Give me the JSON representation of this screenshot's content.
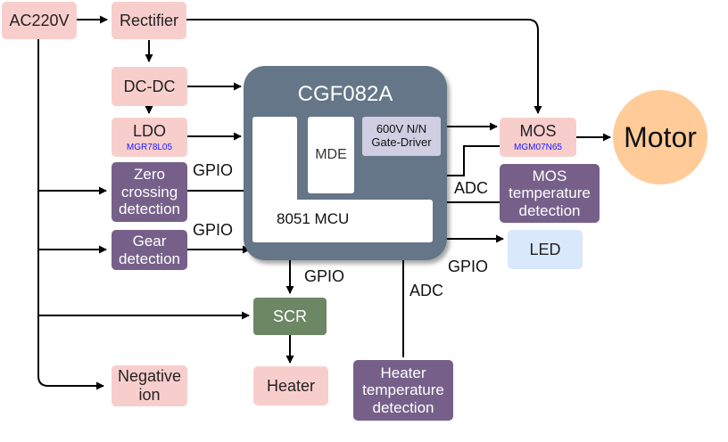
{
  "nodes": {
    "ac220v": "AC220V",
    "rectifier": "Rectifier",
    "dcdc": "DC-DC",
    "ldo": "LDO",
    "ldo_part": "MGR78L05",
    "zero_crossing": [
      "Zero",
      "crossing",
      "detection"
    ],
    "gear": [
      "Gear",
      "detection"
    ],
    "negative_ion": [
      "Negative",
      "ion"
    ],
    "heater": "Heater",
    "scr": "SCR",
    "heater_temp": [
      "Heater",
      "temperature",
      "detection"
    ],
    "mos": "MOS",
    "mos_part": "MGM07N65",
    "mos_temp": [
      "MOS",
      "temperature",
      "detection"
    ],
    "motor": "Motor",
    "led": "LED"
  },
  "chip": {
    "title": "CGF082A",
    "mcu": "8051 MCU",
    "mde": "MDE",
    "gate_driver": [
      "600V N/N",
      "Gate-Driver"
    ]
  },
  "labels": {
    "gpio_zero": "GPIO",
    "gpio_gear": "GPIO",
    "gpio_scr": "GPIO",
    "gpio_led": "GPIO",
    "adc_mos": "ADC",
    "adc_heater": "ADC"
  },
  "colors": {
    "power_block": "#f8cecc",
    "sensor_block": "#76608a",
    "chip": "#647687",
    "gate_driver": "#d0cee2",
    "scr": "#6d8764",
    "led": "#dae8fc",
    "motor": "#ffcc99",
    "part_number": "#1a1aff"
  }
}
